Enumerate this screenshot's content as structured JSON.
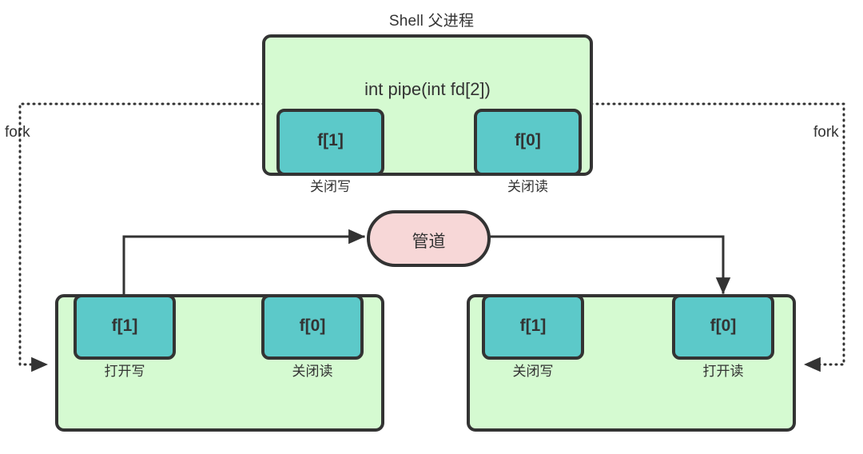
{
  "diagram": {
    "title": "Shell 父进程",
    "parent_process": {
      "signature": "int pipe(int fd[2])",
      "fds": [
        {
          "label": "f[1]",
          "note": "关闭写"
        },
        {
          "label": "f[0]",
          "note": "关闭读"
        }
      ]
    },
    "pipe_node": {
      "label": "管道"
    },
    "child_left": {
      "fds": [
        {
          "label": "f[1]",
          "note": "打开写"
        },
        {
          "label": "f[0]",
          "note": "关闭读"
        }
      ]
    },
    "child_right": {
      "fds": [
        {
          "label": "f[1]",
          "note": "关闭写"
        },
        {
          "label": "f[0]",
          "note": "打开读"
        }
      ]
    },
    "edges": {
      "fork_left_label": "fork",
      "fork_right_label": "fork"
    },
    "colors": {
      "process_fill": "#d5fad1",
      "process_stroke": "#333333",
      "fd_fill": "#5cc9c9",
      "fd_stroke": "#333333",
      "pipe_fill": "#f7d7d7",
      "pipe_stroke": "#333333",
      "line": "#333333",
      "text": "#333333",
      "background": "#ffffff"
    }
  }
}
